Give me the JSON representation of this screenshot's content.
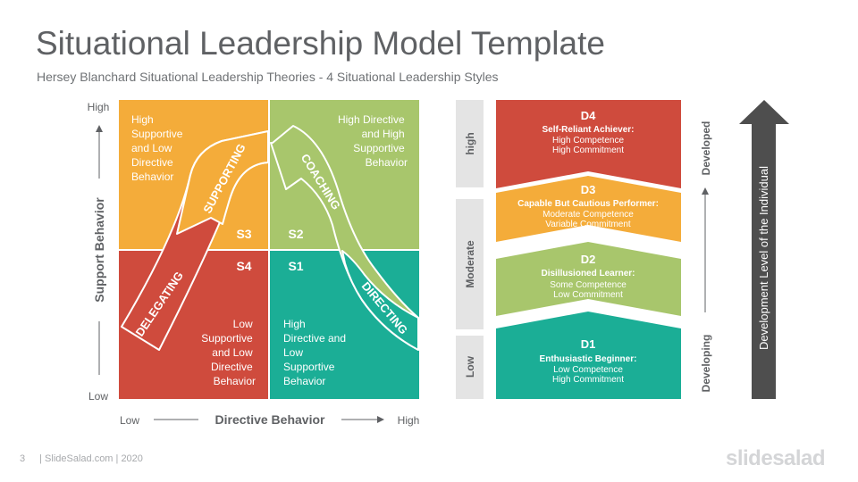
{
  "slide": {
    "title": "Situational Leadership Model Template",
    "subtitle": "Hersey Blanchard Situational Leadership Theories - 4 Situational Leadership Styles",
    "page_number": "3",
    "footer_text": "| SlideSalad.com | 2020",
    "brand": "slidesalad"
  },
  "colors": {
    "orange": "#F4AC3A",
    "green": "#A8C66C",
    "red": "#CF4B3D",
    "teal": "#1BAE96",
    "gray_tag": "#E4E4E4",
    "dark_arrow": "#4E4E4E",
    "text_dark": "#5F6164"
  },
  "matrix": {
    "y_axis": {
      "label": "Support Behavior",
      "high": "High",
      "low": "Low"
    },
    "x_axis": {
      "label": "Directive Behavior",
      "low": "Low",
      "high": "High"
    },
    "quadrants": {
      "s3": {
        "code": "S3",
        "lines": [
          "High",
          "Supportive",
          "and Low",
          "Directive",
          "Behavior"
        ]
      },
      "s2": {
        "code": "S2",
        "lines": [
          "High Directive",
          "and High",
          "Supportive",
          "Behavior"
        ]
      },
      "s4": {
        "code": "S4",
        "lines": [
          "Low",
          "Supportive",
          "and Low",
          "Directive",
          "Behavior"
        ]
      },
      "s1": {
        "code": "S1",
        "lines": [
          "High",
          "Directive and",
          "Low",
          "Supportive",
          "Behavior"
        ]
      }
    },
    "curve_labels": {
      "supporting": "SUPPORTING",
      "coaching": "COACHING",
      "delegating": "DELEGATING",
      "directing": "DIRECTING"
    }
  },
  "levels_scale": [
    {
      "label": "high"
    },
    {
      "label": "Moderate"
    },
    {
      "label": "Low"
    }
  ],
  "development_levels": [
    {
      "code": "D4",
      "name": "Self-Reliant Achiever:",
      "line1": "High Competence",
      "line2": "High Commitment"
    },
    {
      "code": "D3",
      "name": "Capable But Cautious Performer:",
      "line1": "Moderate Competence",
      "line2": "Variable Commitment"
    },
    {
      "code": "D2",
      "name": "Disillusioned Learner:",
      "line1": "Some Competence",
      "line2": "Low Commitment"
    },
    {
      "code": "D1",
      "name": "Enthusiastic Beginner:",
      "line1": "Low Competence",
      "line2": "High Commitment"
    }
  ],
  "development_axis": {
    "top": "Developed",
    "bottom": "Developing"
  },
  "big_arrow": {
    "label": "Development Level of the Individual"
  }
}
